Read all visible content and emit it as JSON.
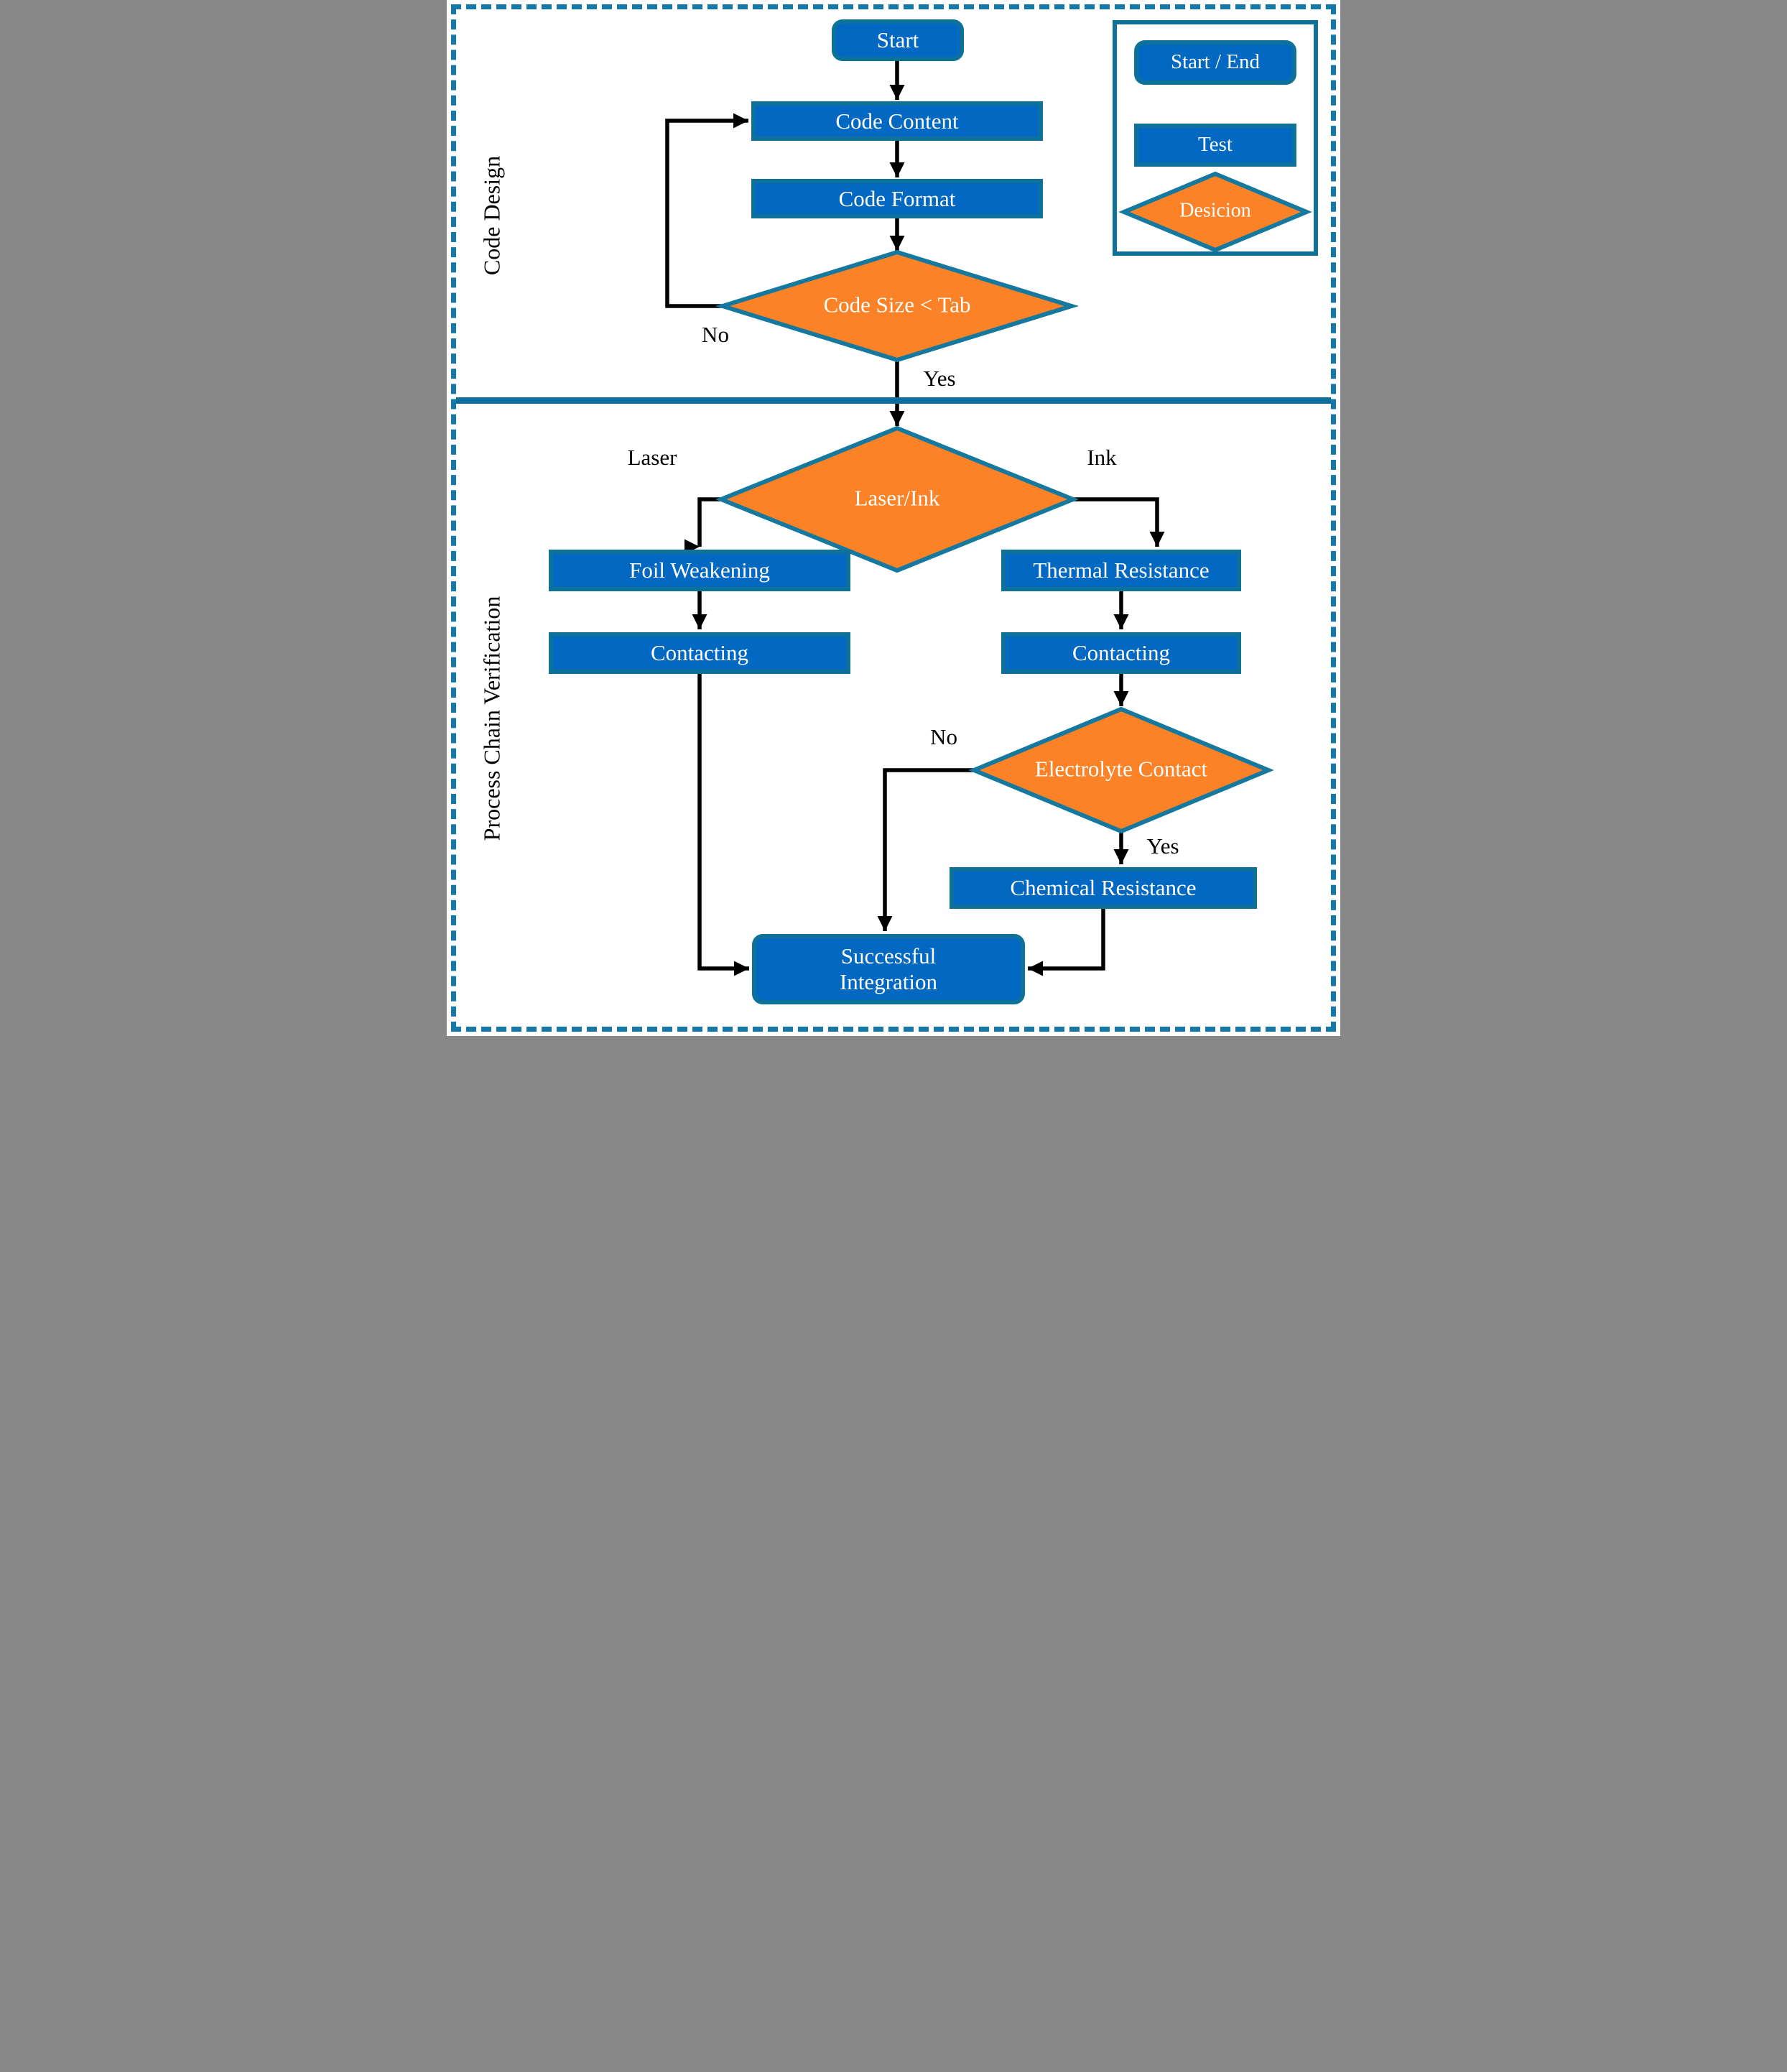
{
  "sections": {
    "top_label": "Code Design",
    "bottom_label": "Process Chain Verification"
  },
  "legend": {
    "items": [
      {
        "label": "Start / End",
        "shape": "rounded-rect"
      },
      {
        "label": "Test",
        "shape": "rect"
      },
      {
        "label": "Desicion",
        "shape": "diamond"
      }
    ]
  },
  "nodes": {
    "start": "Start",
    "code_content": "Code Content",
    "code_format": "Code Format",
    "code_size_decision": "Code Size < Tab",
    "laser_ink_decision": "Laser/Ink",
    "foil_weakening": "Foil Weakening",
    "contacting_left": "Contacting",
    "thermal_resistance": "Thermal Resistance",
    "contacting_right": "Contacting",
    "electrolyte_contact_decision": "Electrolyte Contact",
    "chemical_resistance": "Chemical Resistance",
    "successful_integration": "Successful Integration"
  },
  "edge_labels": {
    "code_size_no": "No",
    "code_size_yes": "Yes",
    "branch_laser": "Laser",
    "branch_ink": "Ink",
    "electrolyte_no": "No",
    "electrolyte_yes": "Yes"
  },
  "colors": {
    "node_fill": "#0268c2",
    "node_border": "#0e7199",
    "diamond_fill": "#fb8227",
    "diamond_border": "#15789f",
    "frame": "#1578a8",
    "divider": "#0e6f9d",
    "arrow": "#000000",
    "node_text": "#ffffff",
    "label_text": "#000000",
    "bg": "#ffffff"
  }
}
